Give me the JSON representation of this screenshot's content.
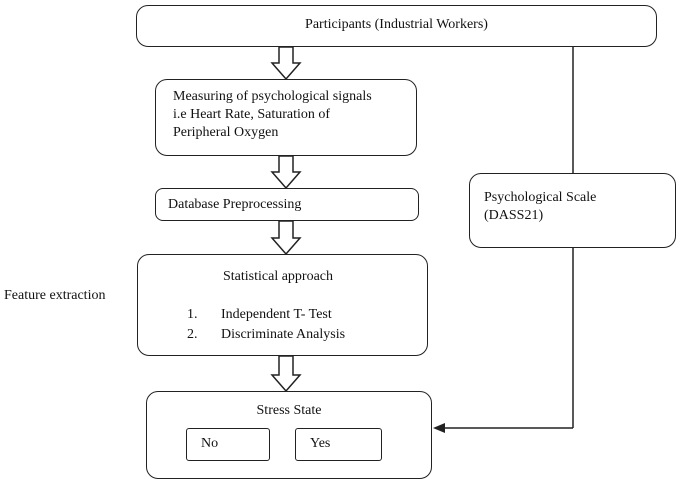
{
  "nodes": {
    "participants": "Participants (Industrial Workers)",
    "measuring": {
      "line1": "Measuring of psychological signals",
      "line2": "i.e Heart Rate, Saturation of",
      "line3": "Peripheral Oxygen"
    },
    "preprocessing": "Database Preprocessing",
    "statistical": {
      "title": "Statistical approach",
      "items": [
        {
          "num": "1.",
          "label": "Independent T- Test"
        },
        {
          "num": "2.",
          "label": "Discriminate Analysis"
        }
      ]
    },
    "scale": {
      "line1": "Psychological Scale",
      "line2": "(DASS21)"
    },
    "stress": {
      "title": "Stress State",
      "no": "No",
      "yes": "Yes"
    }
  },
  "side_label": "Feature extraction"
}
